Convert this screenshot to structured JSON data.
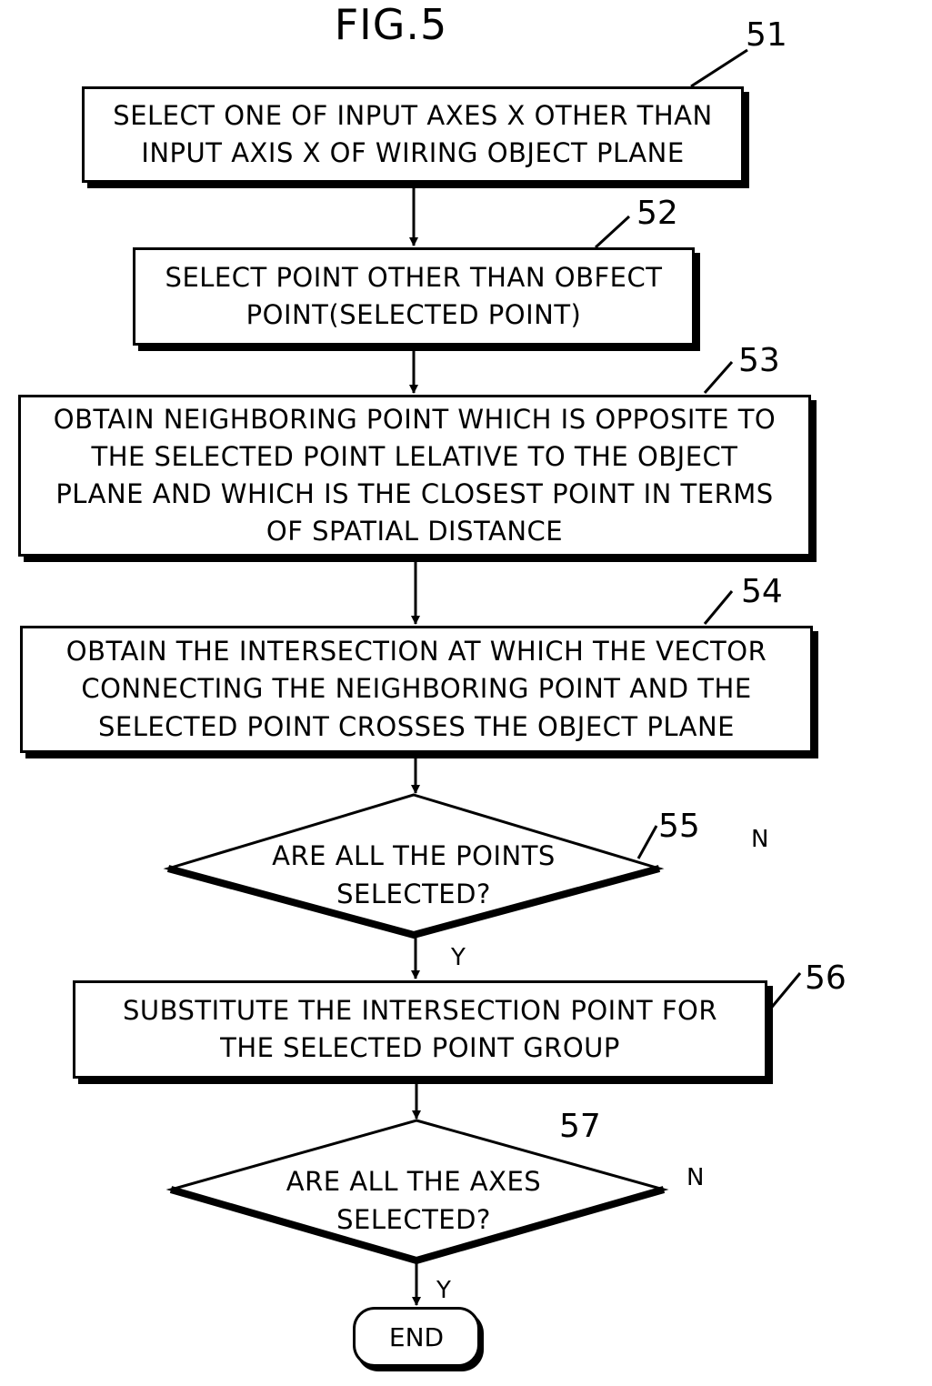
{
  "figure_title": "FIG.5",
  "steps": [
    {
      "ref": "51",
      "lines": [
        "SELECT ONE OF INPUT AXES X OTHER THAN",
        "INPUT AXIS X OF WIRING OBJECT PLANE"
      ]
    },
    {
      "ref": "52",
      "lines": [
        "SELECT POINT OTHER THAN OBFECT",
        "POINT(SELECTED POINT)"
      ]
    },
    {
      "ref": "53",
      "lines": [
        "OBTAIN NEIGHBORING POINT WHICH IS OPPOSITE TO",
        "THE SELECTED POINT LELATIVE TO THE OBJECT",
        "PLANE AND WHICH IS THE CLOSEST POINT IN TERMS",
        "OF SPATIAL DISTANCE"
      ]
    },
    {
      "ref": "54",
      "lines": [
        "OBTAIN THE INTERSECTION AT WHICH THE VECTOR",
        "CONNECTING THE NEIGHBORING POINT AND THE",
        "SELECTED POINT CROSSES THE OBJECT PLANE"
      ]
    },
    {
      "ref": "56",
      "lines": [
        "SUBSTITUTE THE INTERSECTION POINT FOR",
        "THE SELECTED POINT GROUP"
      ]
    }
  ],
  "decisions": [
    {
      "ref": "55",
      "lines": [
        "ARE ALL THE POINTS",
        "SELECTED?"
      ],
      "no_label": "N",
      "yes_label": "Y"
    },
    {
      "ref": "57",
      "lines": [
        "ARE ALL THE AXES",
        "SELECTED?"
      ],
      "no_label": "N",
      "yes_label": "Y"
    }
  ],
  "end_label": "END"
}
